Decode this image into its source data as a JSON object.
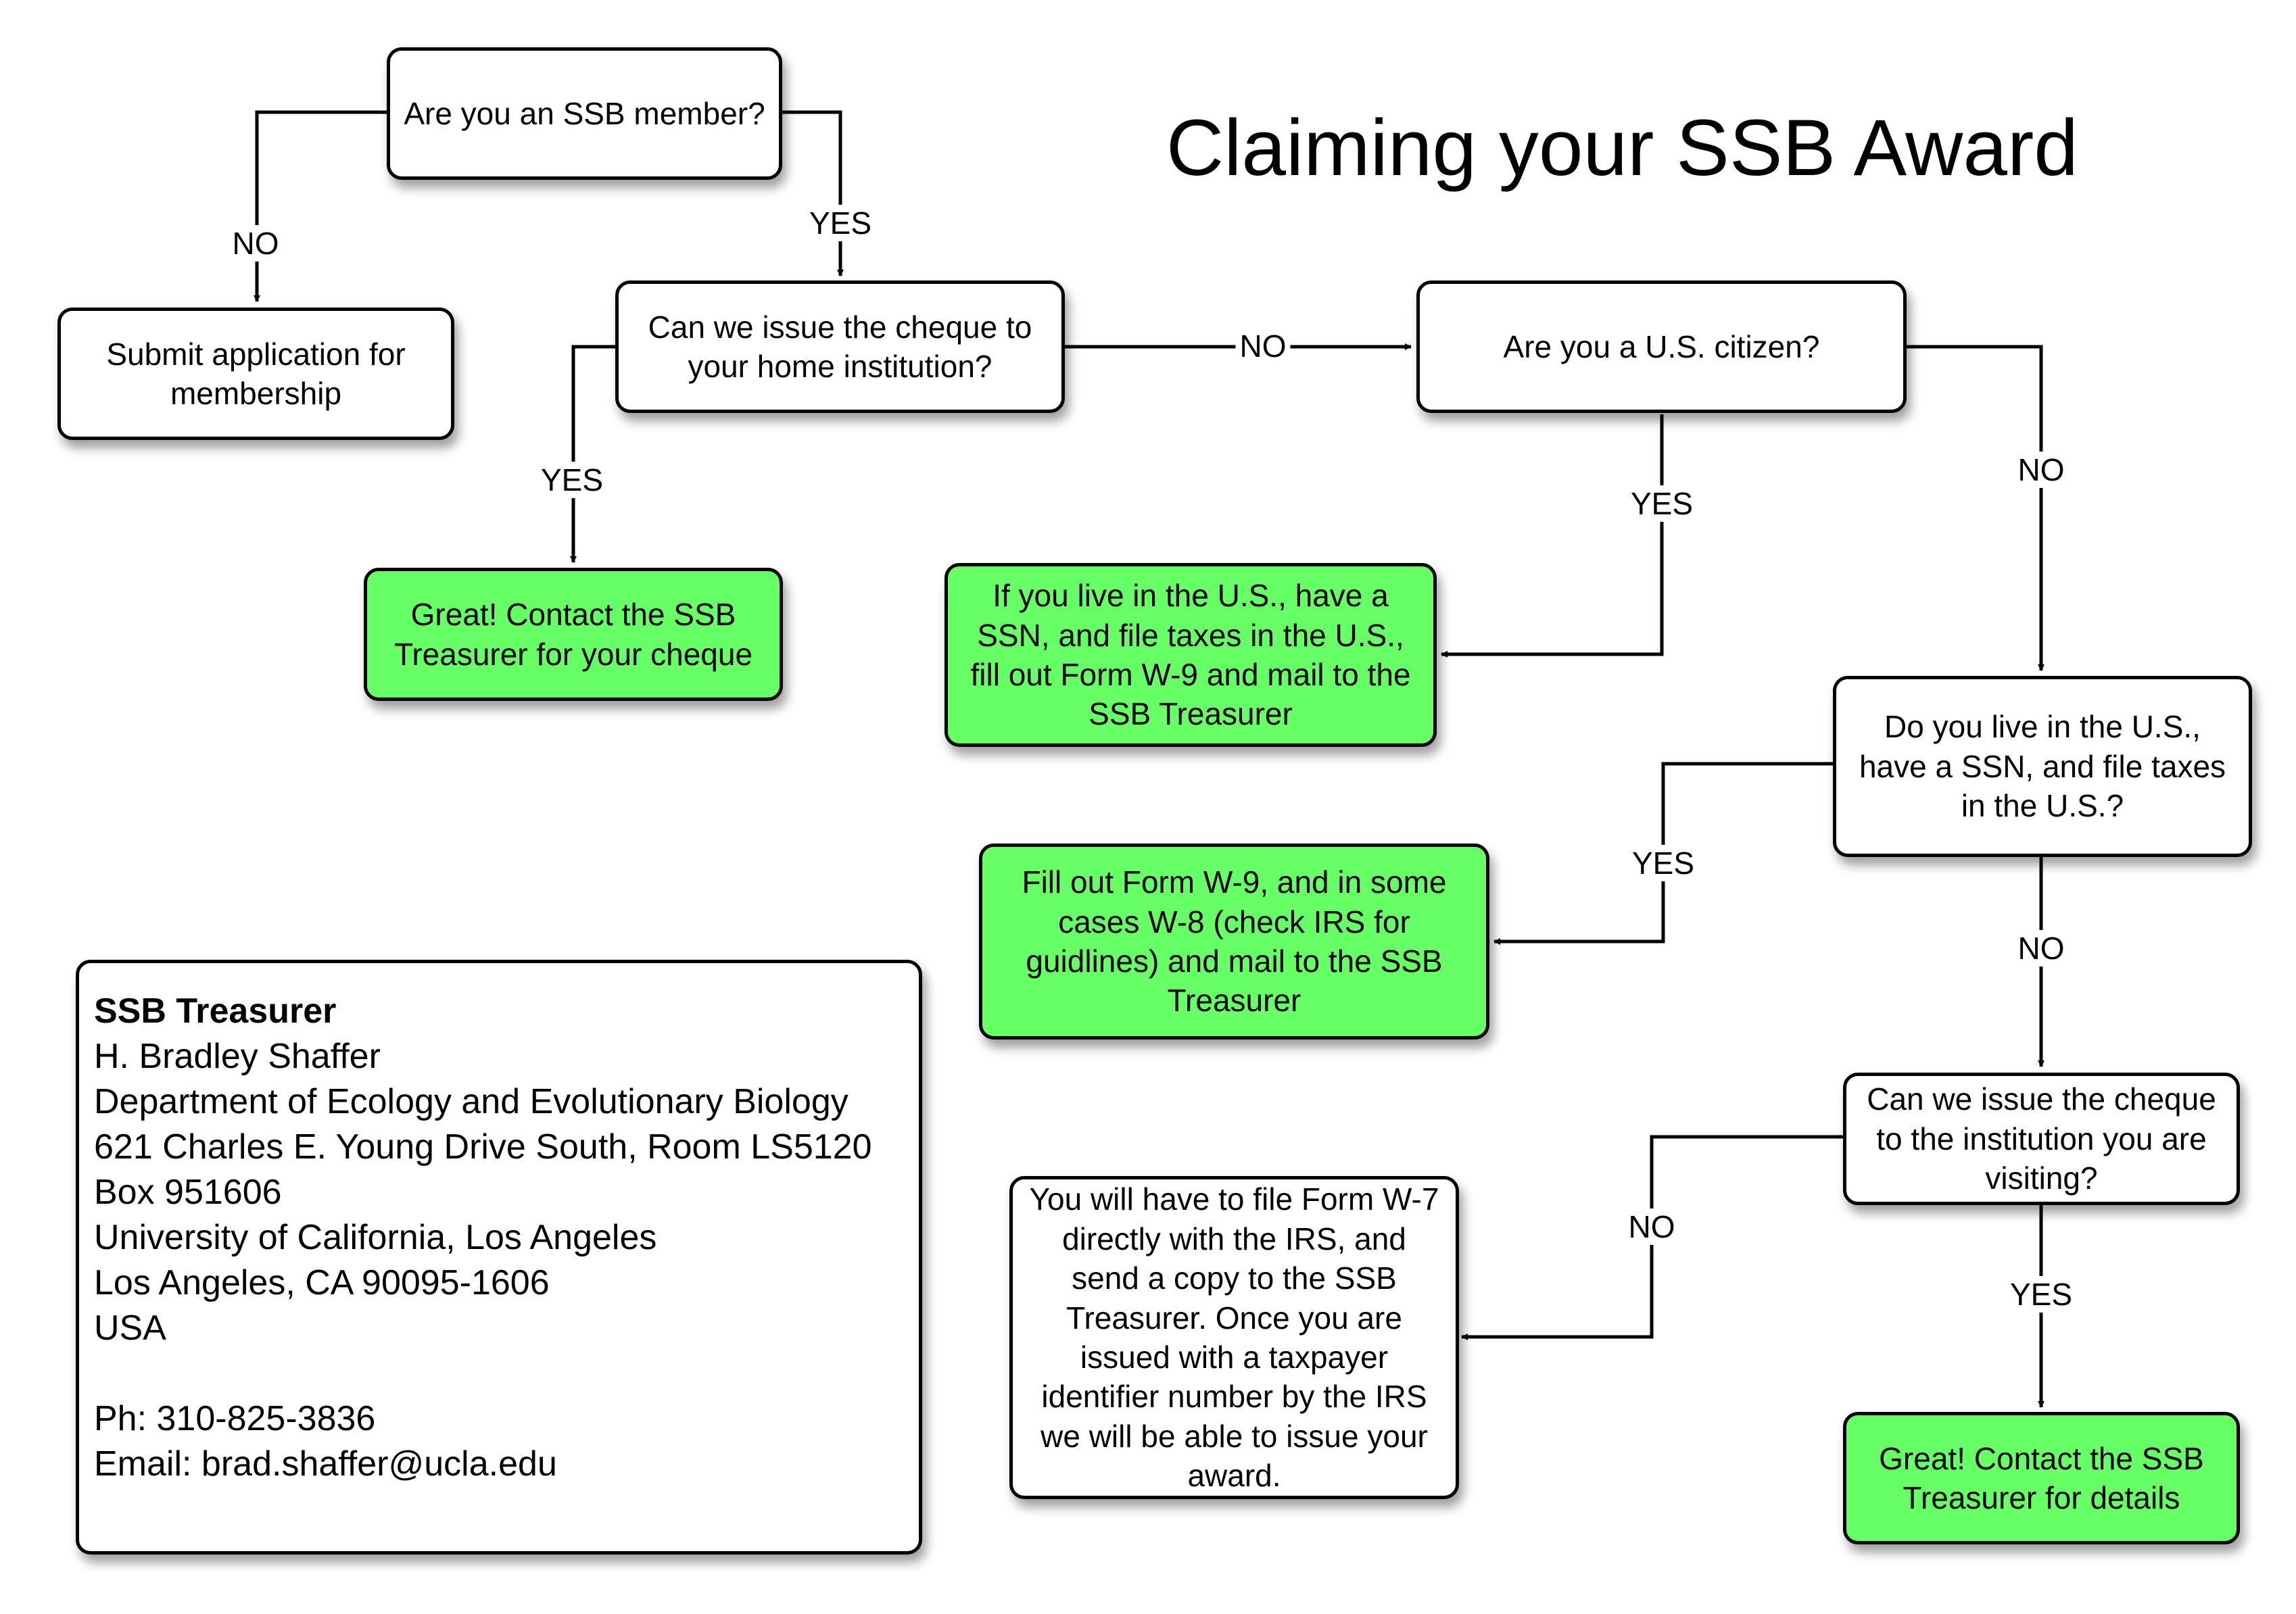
{
  "title": "Claiming your SSB Award",
  "nodes": {
    "member_question": "Are you an SSB member?",
    "submit_membership": "Submit application for membership",
    "home_institution_question": "Can we issue the cheque to your home institution?",
    "contact_cheque": "Great! Contact the SSB Treasurer for your cheque",
    "citizen_question": "Are you a U.S. citizen?",
    "w9_citizen": "If you live in the U.S., have a SSN, and file taxes in the U.S., fill out Form W-9 and mail to the SSB Treasurer",
    "resident_question": "Do you live in the U.S., have a SSN, and file taxes in the U.S.?",
    "w9_w8": "Fill out Form W-9, and in some cases W-8 (check IRS for guidlines) and mail to the SSB Treasurer",
    "visiting_question": "Can we issue the cheque to the institution you are visiting?",
    "w7_irs": "You will have to file Form W-7 directly with the IRS, and send a copy to the SSB Treasurer. Once you are issued with a taxpayer identifier number by the IRS we will be able to issue your award.",
    "contact_details": "Great! Contact the SSB Treasurer for details"
  },
  "edge_labels": {
    "member_no": "NO",
    "member_yes": "YES",
    "home_yes": "YES",
    "home_no": "NO",
    "citizen_yes": "YES",
    "citizen_no": "NO",
    "resident_yes": "YES",
    "resident_no": "NO",
    "visiting_no": "NO",
    "visiting_yes": "YES"
  },
  "treasurer": {
    "heading": "SSB Treasurer",
    "name": "H. Bradley Shaffer",
    "department": "Department of Ecology and Evolutionary Biology",
    "street": "621 Charles E. Young Drive South, Room LS5120",
    "box": "Box 951606",
    "university": "University of California, Los Angeles",
    "city": "Los Angeles, CA  90095-1606",
    "country": "USA",
    "phone": "Ph: 310-825-3836",
    "email": "Email: brad.shaffer@ucla.edu"
  },
  "colors": {
    "terminal_fill": "#66ff66",
    "box_fill": "#ffffff",
    "line": "#000000"
  }
}
